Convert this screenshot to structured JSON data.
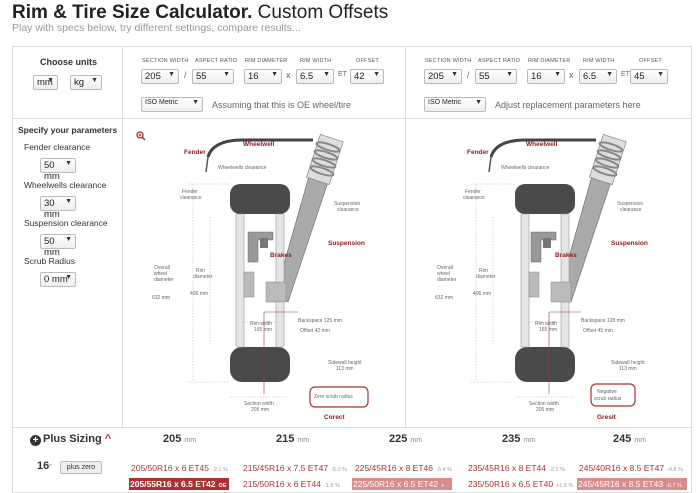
{
  "header": {
    "title_bold": "Rim & Tire Size Calculator.",
    "title_rest": " Custom Offsets",
    "subtitle": "Play with specs below, try different settings, compare results..."
  },
  "units": {
    "label": "Choose units",
    "length": "mm",
    "weight": "kg"
  },
  "field_captions": {
    "section_width": "SECTION WIDTH",
    "aspect_ratio": "ASPECT RATIO",
    "rim_diameter": "RIM DIAMETER",
    "rim_width": "RIM WIDTH",
    "offset": "OFFSET"
  },
  "original": {
    "section_width": "205",
    "aspect_ratio": "55",
    "rim_diameter": "16",
    "rim_width": "6.5",
    "offset": "42",
    "et_label": "ET",
    "standard": "ISO Metric",
    "note": "Assuming that this is OE wheel/tire"
  },
  "replacement": {
    "section_width": "205",
    "aspect_ratio": "55",
    "rim_diameter": "16",
    "rim_width": "6.5",
    "offset": "45",
    "et_label": "ET",
    "standard": "ISO Metric",
    "note": "Adjust replacement parameters here"
  },
  "params": {
    "title": "Specify your parameters",
    "fender_label": "Fender clearance",
    "fender_value": "50 mm",
    "wheelwell_label": "Wheelwells clearance",
    "wheelwell_value": "30 mm",
    "suspension_label": "Suspension clearance",
    "suspension_value": "50 mm",
    "scrub_label": "Scrub Radius",
    "scrub_value": "0 mm"
  },
  "diagram_left": {
    "fender": "Fender",
    "wheelwell": "Wheelwell",
    "wheelwells_clearance": "Wheelwells clearance",
    "fender_clearance_1": "Fender",
    "fender_clearance_2": "clearance",
    "suspension_clearance_1": "Suspension",
    "suspension_clearance_2": "clearance",
    "suspension": "Suspension",
    "brakes": "Brakes",
    "overall_1": "Overall",
    "overall_2": "wheel",
    "overall_3": "diameter",
    "overall_value": "632 mm",
    "rim_diam_1": "Rim",
    "rim_diam_2": "diameter",
    "rim_diam_value": "406 mm",
    "backspace": "Backspace 125 mm",
    "offset": "Offset 42 mm",
    "rim_width_1": "Rim width",
    "rim_width_2": "165 mm",
    "sidewall_1": "Sidewall height",
    "sidewall_2": "113 mm",
    "section_1": "Section width",
    "section_2": "205 mm",
    "scrub_1": "Zero scrub radius",
    "scrub_2": "",
    "verdict": "Corect"
  },
  "diagram_right": {
    "fender": "Fender",
    "wheelwell": "Wheelwell",
    "wheelwells_clearance": "Wheelwells clearance",
    "fender_clearance_1": "Fender",
    "fender_clearance_2": "clearance",
    "suspension_clearance_1": "Suspension",
    "suspension_clearance_2": "clearance",
    "suspension": "Suspension",
    "brakes": "Brakes",
    "overall_1": "Overall",
    "overall_2": "wheel",
    "overall_3": "diameter",
    "overall_value": "632 mm",
    "rim_diam_1": "Rim",
    "rim_diam_2": "diameter",
    "rim_diam_value": "406 mm",
    "backspace": "Backspace 128 mm",
    "offset": "Offset 45 mm",
    "rim_width_1": "Rim width",
    "rim_width_2": "165 mm",
    "sidewall_1": "Sidewall height",
    "sidewall_2": "113 mm",
    "section_1": "Section width",
    "section_2": "205 mm",
    "scrub_1": "Negative",
    "scrub_2": "scrub radius",
    "verdict": "Gresit"
  },
  "plus_sizing": {
    "title": "Plus Sizing",
    "unit": "mm",
    "widths": [
      "205",
      "215",
      "225",
      "235",
      "245"
    ],
    "rim": "16",
    "rim_mark": "\"",
    "plus_zero": "plus zero",
    "rows": [
      [
        {
          "size": "205/50R16 x 6 ET45",
          "pct": "-2.1 %"
        },
        {
          "size": "215/45R16 x 7.5 ET47",
          "pct": "-5.0 %"
        },
        {
          "size": "225/45R16 x 8 ET46",
          "pct": "-3.4 %"
        },
        {
          "size": "235/45R16 x 8 ET44",
          "pct": "-2.1 %"
        },
        {
          "size": "245/40R16 x 8.5 ET47",
          "pct": "-4.8 %"
        }
      ],
      [
        {
          "size": "205/55R16 x 6.5 ET42",
          "pct": "OE"
        },
        {
          "size": "215/50R16 x 6 ET44",
          "pct": "-1.6 %"
        },
        {
          "size": "225/50R16 x 6.5 ET42",
          "pct": "+"
        },
        {
          "size": "235/50R16 x 6.5 ET40",
          "pct": "+1.5 %"
        },
        {
          "size": "245/45R16 x 8.5 ET43",
          "pct": "-0.7 %"
        }
      ]
    ]
  }
}
